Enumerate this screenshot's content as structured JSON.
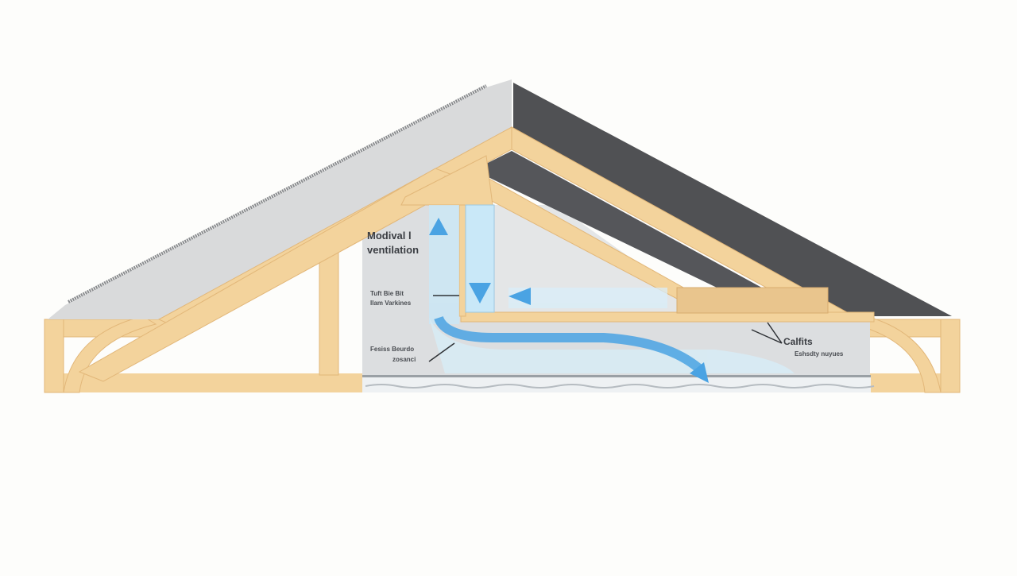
{
  "diagram": {
    "subject": "Attic roof truss cross-section with ventilation airflow",
    "colors": {
      "background": "#fdfdfb",
      "roof_light": "#d9dadb",
      "roof_dark": "#505154",
      "timber": "#f3d39c",
      "timber_dark": "#e2b779",
      "attic_space": "#dcdee0",
      "airflow": "#4aa3e3",
      "airflow_glow": "#c9e8f8",
      "insulation": "#eef1f3",
      "label_text": "#3a3d42"
    },
    "labels": {
      "ventilation_line1": "Modival l",
      "ventilation_line2": "ventilation",
      "baffle_line1": "Tuft Bie Bit",
      "baffle_line2": "Ilam Varkines",
      "insulation_line1": "Fesiss Beurdo",
      "insulation_line2": "zosanci",
      "soffit_line1": "Calfits",
      "soffit_line2": "Eshsdty nuyues"
    },
    "airflow_arrows": [
      {
        "id": "up-arrow",
        "direction": "up"
      },
      {
        "id": "down-arrow",
        "direction": "down"
      },
      {
        "id": "left-arrow",
        "direction": "left"
      },
      {
        "id": "curve-arrow",
        "direction": "down-right"
      }
    ]
  }
}
